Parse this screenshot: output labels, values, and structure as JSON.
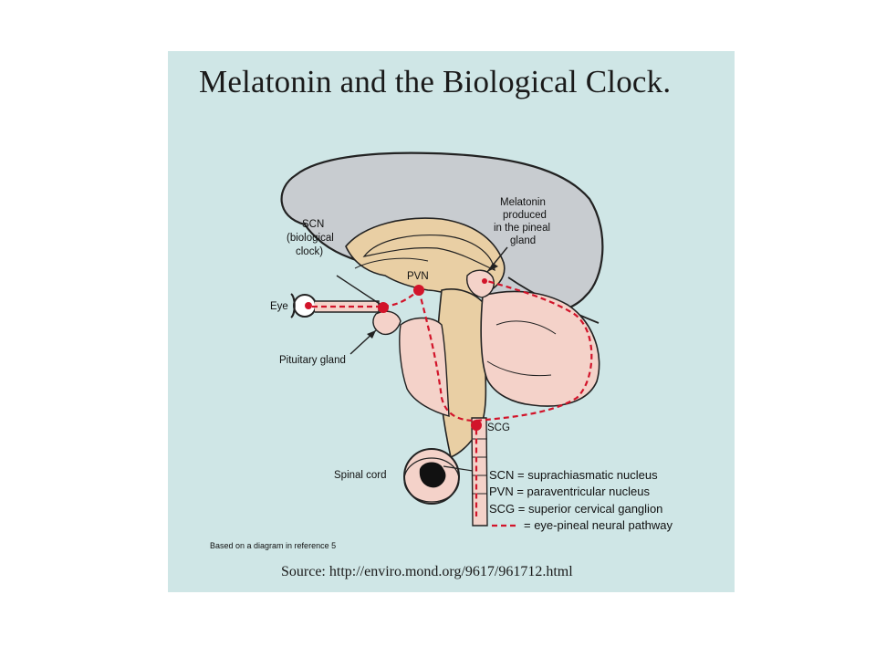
{
  "title": "Melatonin and the Biological Clock.",
  "labels": {
    "scn": [
      "SCN",
      "(biological",
      "clock)"
    ],
    "melatonin": [
      "Melatonin",
      "produced",
      "in the pineal",
      "gland"
    ],
    "pvn": "PVN",
    "eye": "Eye",
    "pituitary": "Pituitary gland",
    "scg": "SCG",
    "spinal_cord": "Spinal cord"
  },
  "legend": [
    "SCN = suprachiasmatic nucleus",
    "PVN = paraventricular nucleus",
    "SCG = superior cervical ganglion",
    "= eye-pineal neural pathway"
  ],
  "credit": "Based on a diagram in reference 5",
  "source": "Source: http://enviro.mond.org/9617/961712.html",
  "colors": {
    "background": "#cfe6e6",
    "cortex": "#c8ccd0",
    "brain_tan": "#e9cfa4",
    "pink_tissue": "#f4d2c9",
    "pathway": "#d2142a"
  }
}
